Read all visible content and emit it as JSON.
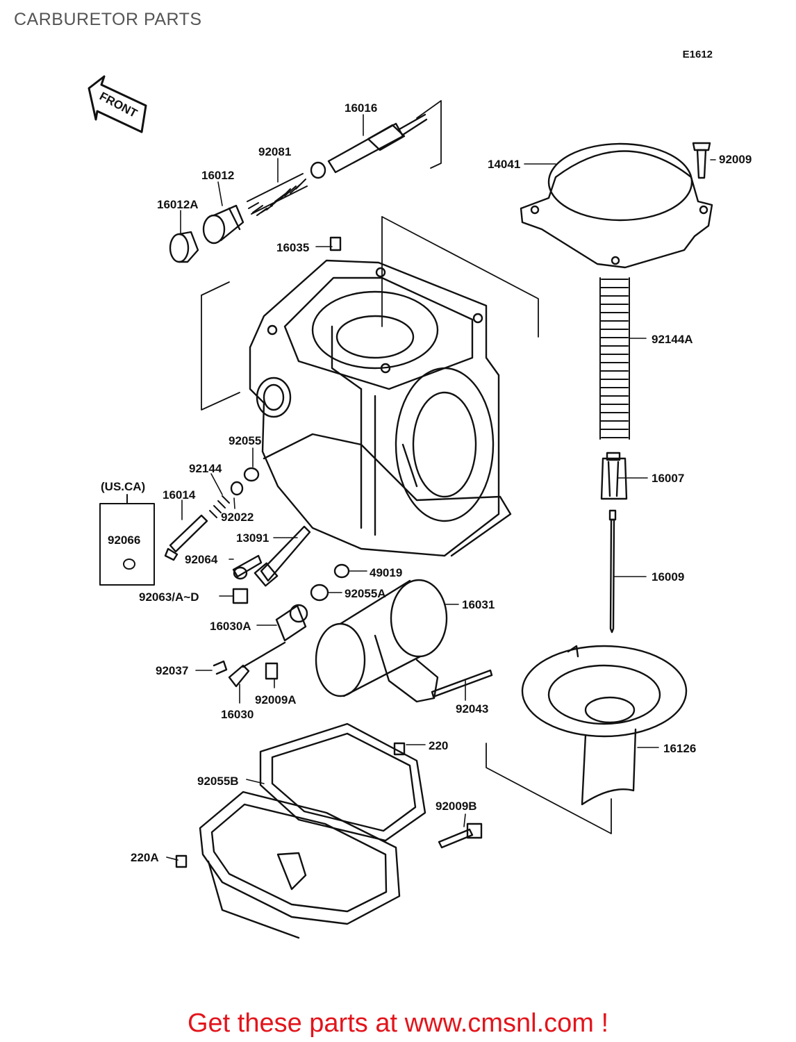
{
  "page": {
    "title": "CARBURETOR PARTS",
    "diagram_code": "E1612",
    "front_label": "FRONT",
    "us_ca_label": "(US.CA)",
    "footer": "Get these parts at www.cmsnl.com !"
  },
  "colors": {
    "title": "#555555",
    "footer": "#e3141b",
    "line": "#111111"
  },
  "parts": [
    {
      "id": "p16016",
      "label": "16016"
    },
    {
      "id": "p92081",
      "label": "92081"
    },
    {
      "id": "p16012",
      "label": "16012"
    },
    {
      "id": "p16012A",
      "label": "16012A"
    },
    {
      "id": "p16035",
      "label": "16035"
    },
    {
      "id": "p92009",
      "label": "92009"
    },
    {
      "id": "p14041",
      "label": "14041"
    },
    {
      "id": "p92144A",
      "label": "92144A"
    },
    {
      "id": "p92055",
      "label": "92055"
    },
    {
      "id": "p92144",
      "label": "92144"
    },
    {
      "id": "p16014",
      "label": "16014"
    },
    {
      "id": "p92022",
      "label": "92022"
    },
    {
      "id": "p92066",
      "label": "92066"
    },
    {
      "id": "p16007",
      "label": "16007"
    },
    {
      "id": "p13091",
      "label": "13091"
    },
    {
      "id": "p92064",
      "label": "92064"
    },
    {
      "id": "p49019",
      "label": "49019"
    },
    {
      "id": "p16009",
      "label": "16009"
    },
    {
      "id": "p92063",
      "label": "92063/A~D"
    },
    {
      "id": "p92055A",
      "label": "92055A"
    },
    {
      "id": "p16031",
      "label": "16031"
    },
    {
      "id": "p16030A",
      "label": "16030A"
    },
    {
      "id": "p92037",
      "label": "92037"
    },
    {
      "id": "p92009A",
      "label": "92009A"
    },
    {
      "id": "p16030",
      "label": "16030"
    },
    {
      "id": "p92043",
      "label": "92043"
    },
    {
      "id": "p220",
      "label": "220"
    },
    {
      "id": "p16126",
      "label": "16126"
    },
    {
      "id": "p92055B",
      "label": "92055B"
    },
    {
      "id": "p92009B",
      "label": "92009B"
    },
    {
      "id": "p220A",
      "label": "220A"
    }
  ]
}
